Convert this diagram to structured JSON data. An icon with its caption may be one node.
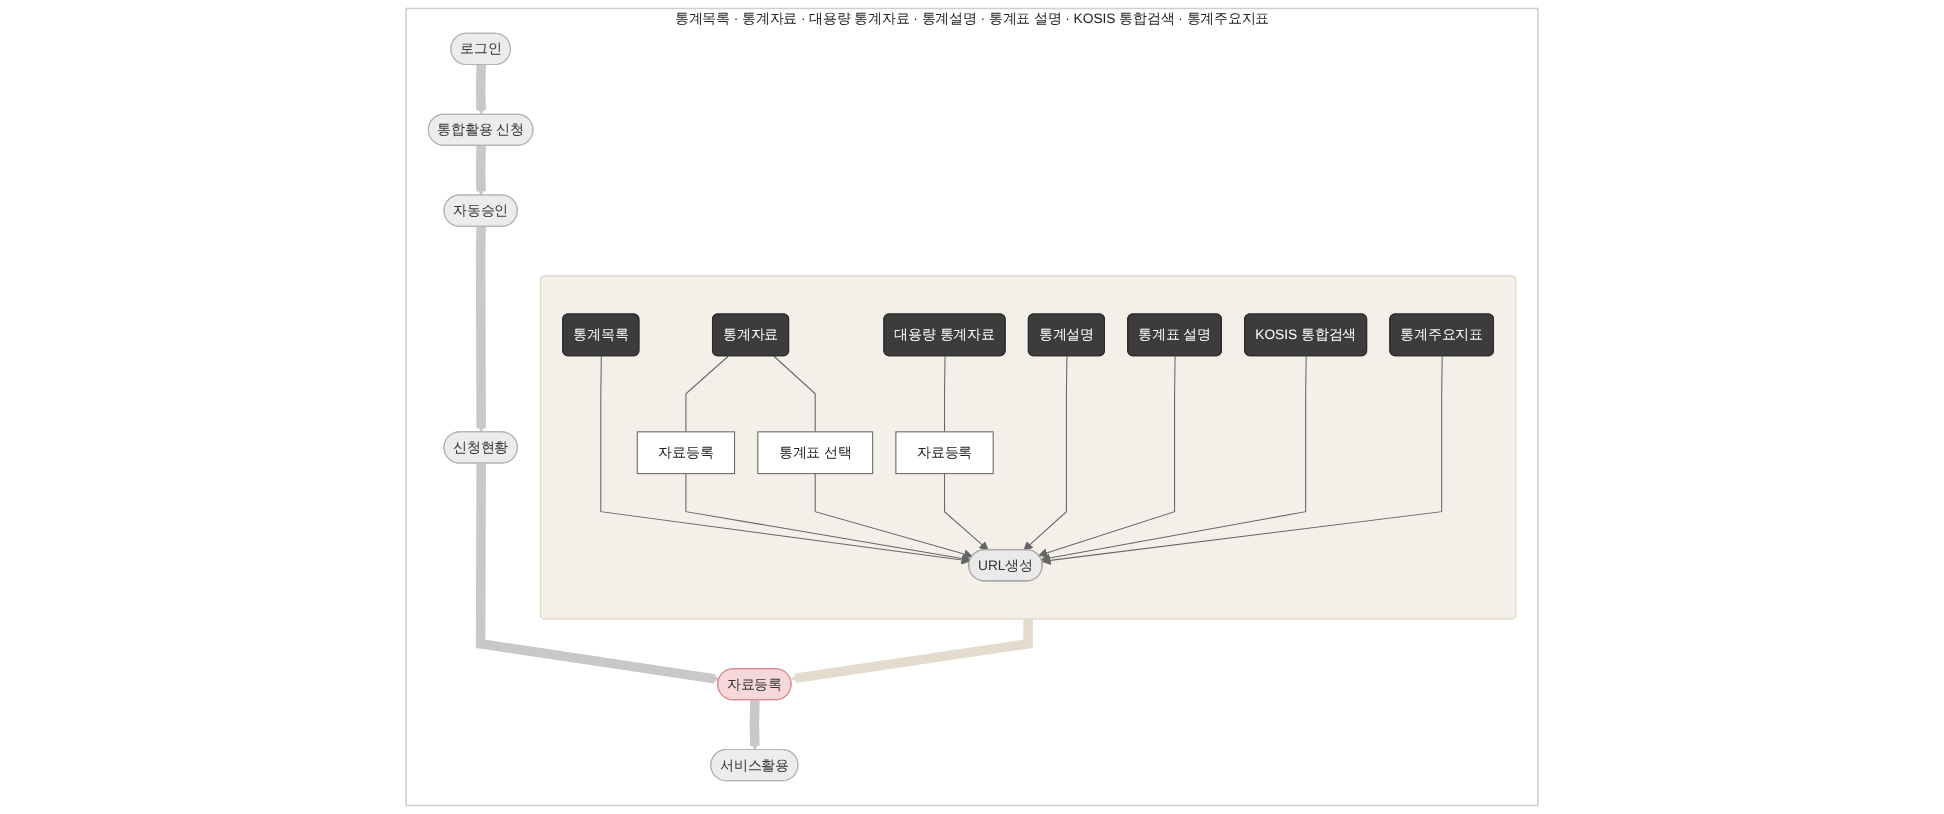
{
  "diagram": {
    "nodes": [
      {
        "text": [
          "통계목록 · 통계자료 · 대용량 통계자료 · 통계설명 · 통계표 설명 · KOSIS 통합검색 · 통계주요지표"
        ]
      },
      {
        "text": [
          "로그인"
        ],
        "in": 0
      },
      {
        "text": [
          "통합활용 신청"
        ],
        "in": 0
      },
      {
        "text": [
          "자동승인"
        ],
        "in": 0
      },
      {
        "text": [
          "신청현황"
        ],
        "in": 0
      },
      {
        "text": [
          "자료등록"
        ],
        "in": 0
      },
      {
        "text": [
          "서비스활용"
        ],
        "in": 0
      },
      {
        "text": [],
        "shape": "box",
        "in": 0
      },
      {
        "text": [
          "통계목록"
        ],
        "in": 7
      },
      {
        "text": [
          "통계자료"
        ],
        "in": 7
      },
      {
        "text": [
          "대용량 통계자료"
        ],
        "in": 7
      },
      {
        "text": [
          "통계설명"
        ],
        "in": 7
      },
      {
        "text": [
          "통계표 설명"
        ],
        "in": 7
      },
      {
        "text": [
          "KOSIS 통합검색"
        ],
        "in": 7
      },
      {
        "text": [
          "통계주요지표"
        ],
        "in": 7
      },
      {
        "text": [
          "자료등록"
        ],
        "in": 7
      },
      {
        "text": [
          "통계표 선택"
        ],
        "in": 7
      },
      {
        "text": [
          "자료등록"
        ],
        "in": 7
      },
      {
        "text": [
          "URL생성"
        ],
        "in": 7
      }
    ],
    "edges": [
      {
        "from": 1,
        "to": 2,
        "arrow": "to",
        "style": "thick",
        "color": "#c8c8c8"
      },
      {
        "from": 2,
        "to": 3,
        "arrow": "to",
        "style": "thick",
        "color": "#c8c8c8"
      },
      {
        "from": 3,
        "to": 4,
        "arrow": "to",
        "style": "thick",
        "color": "#c8c8c8"
      },
      {
        "from": 4,
        "to": 5,
        "arrow": "to",
        "style": "thick",
        "color": "#c8c8c8"
      },
      {
        "from": 5,
        "to": 6,
        "arrow": "to",
        "style": "thick",
        "color": "#c8c8c8"
      },
      {
        "from": 7,
        "to": 5,
        "arrow": "to",
        "style": "thick",
        "color": "#e3dccd"
      },
      {
        "from": 8,
        "to": 18,
        "arrow": "to"
      },
      {
        "from": 9,
        "to": 15,
        "arrow": "none"
      },
      {
        "from": 9,
        "to": 16,
        "arrow": "none"
      },
      {
        "from": 15,
        "to": 18,
        "arrow": "to"
      },
      {
        "from": 16,
        "to": 18,
        "arrow": "to"
      },
      {
        "from": 10,
        "to": 17,
        "arrow": "none"
      },
      {
        "from": 17,
        "to": 18,
        "arrow": "to"
      },
      {
        "from": 11,
        "to": 18,
        "arrow": "to"
      },
      {
        "from": 12,
        "to": 18,
        "arrow": "to"
      },
      {
        "from": 13,
        "to": 18,
        "arrow": "to"
      },
      {
        "from": 14,
        "to": 18,
        "arrow": "to"
      }
    ]
  }
}
